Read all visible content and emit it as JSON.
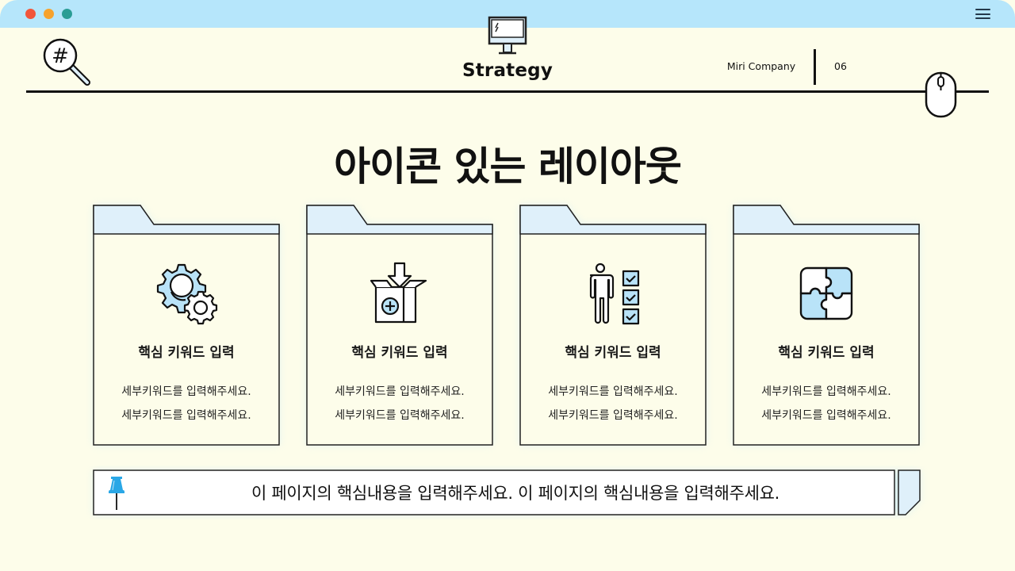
{
  "window": {
    "controls": [
      "close",
      "minimize",
      "maximize"
    ],
    "menu_icon": "hamburger-menu-icon"
  },
  "header": {
    "left_icon": "hash-search-icon",
    "center_icon": "monitor-icon",
    "title": "Strategy",
    "company": "Miri Company",
    "page_number": "06",
    "right_icon": "mouse-icon"
  },
  "main": {
    "title": "아이콘 있는 레이아웃",
    "cards": [
      {
        "icon": "gears-icon",
        "title": "핵심 키워드 입력",
        "desc_lines": [
          "세부키워드를 입력해주세요.",
          "세부키워드를 입력해주세요."
        ]
      },
      {
        "icon": "box-add-icon",
        "title": "핵심 키워드 입력",
        "desc_lines": [
          "세부키워드를 입력해주세요.",
          "세부키워드를 입력해주세요."
        ]
      },
      {
        "icon": "person-checklist-icon",
        "title": "핵심 키워드 입력",
        "desc_lines": [
          "세부키워드를 입력해주세요.",
          "세부키워드를 입력해주세요."
        ]
      },
      {
        "icon": "puzzle-icon",
        "title": "핵심 키워드 입력",
        "desc_lines": [
          "세부키워드를 입력해주세요.",
          "세부키워드를 입력해주세요."
        ]
      }
    ]
  },
  "note": {
    "icon": "pushpin-icon",
    "text": "이 페이지의 핵심내용을 입력해주세요. 이 페이지의 핵심내용을 입력해주세요."
  },
  "colors": {
    "background": "#fdfdea",
    "titlebar": "#b6e6fb",
    "accent_light_blue": "#b9e3f8",
    "folder_tab": "#dff0fa",
    "pin_blue": "#2aa7e6",
    "dot_red": "#f2553a",
    "dot_orange": "#f6a22c",
    "dot_teal": "#2a9d95"
  }
}
